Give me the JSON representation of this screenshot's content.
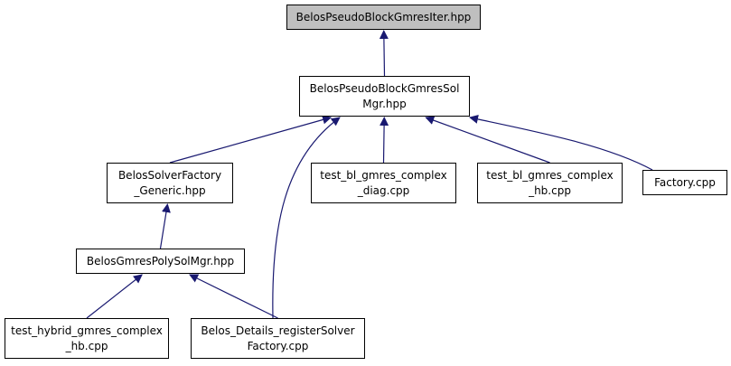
{
  "diagram": {
    "edge_color": "#191970",
    "current_fill": "#bfbfbf",
    "nodes": {
      "iter_hpp": {
        "lines": [
          "BelosPseudoBlockGmresIter.hpp"
        ]
      },
      "solmgr_hpp": {
        "lines": [
          "BelosPseudoBlockGmresSol",
          "Mgr.hpp"
        ]
      },
      "solverfactory_generic_hpp": {
        "lines": [
          "BelosSolverFactory",
          "_Generic.hpp"
        ]
      },
      "test_bl_gmres_complex_diag_cpp": {
        "lines": [
          "test_bl_gmres_complex",
          "_diag.cpp"
        ]
      },
      "test_bl_gmres_complex_hb_cpp": {
        "lines": [
          "test_bl_gmres_complex",
          "_hb.cpp"
        ]
      },
      "factory_cpp": {
        "lines": [
          "Factory.cpp"
        ]
      },
      "gmrespolysolmgr_hpp": {
        "lines": [
          "BelosGmresPolySolMgr.hpp"
        ]
      },
      "test_hybrid_gmres_complex_hb_cpp": {
        "lines": [
          "test_hybrid_gmres_complex",
          "_hb.cpp"
        ]
      },
      "details_registersolverfactory_cpp": {
        "lines": [
          "Belos_Details_registerSolver",
          "Factory.cpp"
        ]
      }
    },
    "edges": [
      {
        "from": "solmgr_hpp",
        "to": "iter_hpp"
      },
      {
        "from": "solverfactory_generic_hpp",
        "to": "solmgr_hpp"
      },
      {
        "from": "details_registersolverfactory_cpp",
        "to": "solmgr_hpp"
      },
      {
        "from": "test_bl_gmres_complex_diag_cpp",
        "to": "solmgr_hpp"
      },
      {
        "from": "test_bl_gmres_complex_hb_cpp",
        "to": "solmgr_hpp"
      },
      {
        "from": "factory_cpp",
        "to": "solmgr_hpp"
      },
      {
        "from": "gmrespolysolmgr_hpp",
        "to": "solverfactory_generic_hpp"
      },
      {
        "from": "test_hybrid_gmres_complex_hb_cpp",
        "to": "gmrespolysolmgr_hpp"
      },
      {
        "from": "details_registersolverfactory_cpp",
        "to": "gmrespolysolmgr_hpp"
      }
    ]
  }
}
